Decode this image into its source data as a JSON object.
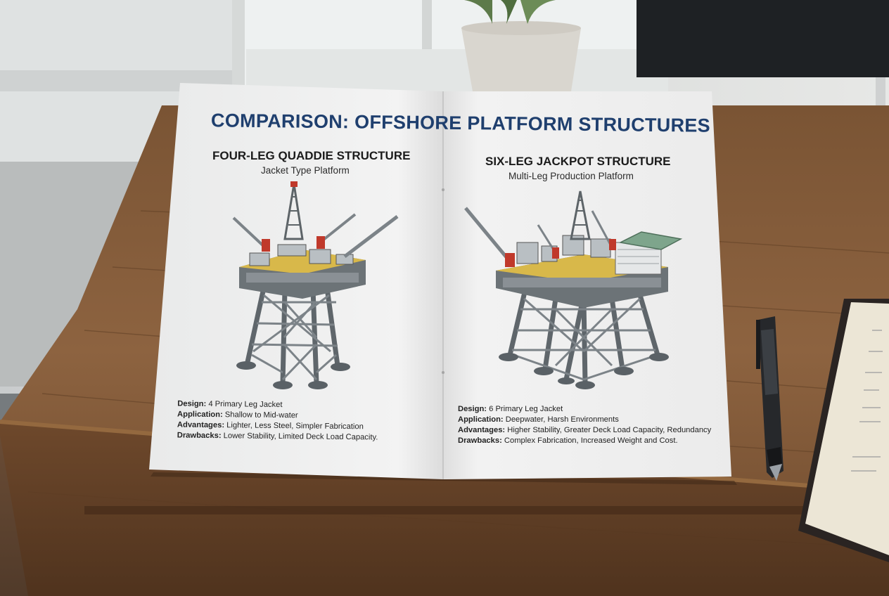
{
  "booklet": {
    "title": "COMPARISON: OFFSHORE PLATFORM STRUCTURES",
    "left": {
      "heading": "FOUR-LEG QUADDIE STRUCTURE",
      "subheading": "Jacket Type Platform",
      "specs": [
        {
          "label": "Design:",
          "value": "4 Primary Leg Jacket"
        },
        {
          "label": "Application:",
          "value": "Shallow to Mid-water"
        },
        {
          "label": "Advantages:",
          "value": "Lighter, Less Steel, Simpler Fabrication"
        },
        {
          "label": "Drawbacks:",
          "value": "Lower Stability, Limited Deck Load Capacity."
        }
      ]
    },
    "right": {
      "heading": "SIX-LEG JACKPOT STRUCTURE",
      "subheading": "Multi-Leg Production Platform",
      "specs": [
        {
          "label": "Design:",
          "value": "6 Primary Leg Jacket"
        },
        {
          "label": "Application:",
          "value": "Deepwater, Harsh Environments"
        },
        {
          "label": "Advantages:",
          "value": "Higher Stability, Greater Deck Load Capacity, Redundancy"
        },
        {
          "label": "Drawbacks:",
          "value": "Complex Fabrication, Increased Weight and Cost."
        }
      ]
    }
  },
  "colors": {
    "title": "#1f3f6e",
    "steel": "#6f767b",
    "deck": "#d8b84a",
    "crane": "#c0392b",
    "desk": "#8a5f3c"
  }
}
